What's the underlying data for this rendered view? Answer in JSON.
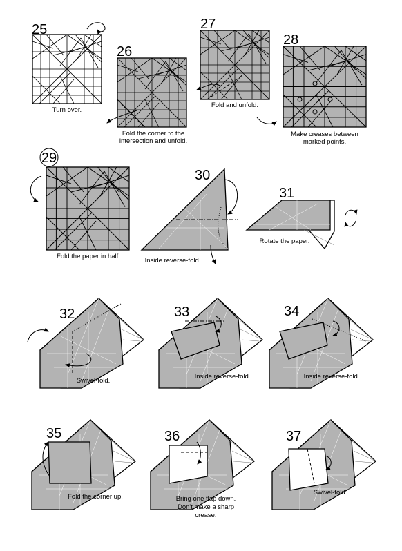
{
  "steps": [
    {
      "num": "25",
      "caption": [
        "Turn over."
      ]
    },
    {
      "num": "26",
      "caption": [
        "Fold the corner to the",
        "intersection and unfold."
      ]
    },
    {
      "num": "27",
      "caption": [
        "Fold and unfold."
      ]
    },
    {
      "num": "28",
      "caption": [
        "Make creases between",
        "marked points."
      ]
    },
    {
      "num": "29",
      "caption": [
        "Fold the paper in half."
      ]
    },
    {
      "num": "30",
      "caption": [
        "Inside reverse-fold."
      ]
    },
    {
      "num": "31",
      "caption": [
        "Rotate the paper."
      ]
    },
    {
      "num": "32",
      "caption": [
        "Swivel-fold."
      ]
    },
    {
      "num": "33",
      "caption": [
        "Inside reverse-fold."
      ]
    },
    {
      "num": "34",
      "caption": [
        "Inside reverse-fold."
      ]
    },
    {
      "num": "35",
      "caption": [
        "Fold the corner up."
      ]
    },
    {
      "num": "36",
      "caption": [
        "Bring one flap down.",
        "Don't make a sharp",
        "crease."
      ]
    },
    {
      "num": "37",
      "caption": [
        "Swivel-fold."
      ]
    }
  ],
  "colors": {
    "paper_color": "#b3b3b3",
    "paper_back": "#ffffff",
    "line": "#000000"
  },
  "icons": [
    "turn-over-icon",
    "rotate-icon",
    "fold-arrow-icon",
    "swivel-arrow-icon"
  ]
}
